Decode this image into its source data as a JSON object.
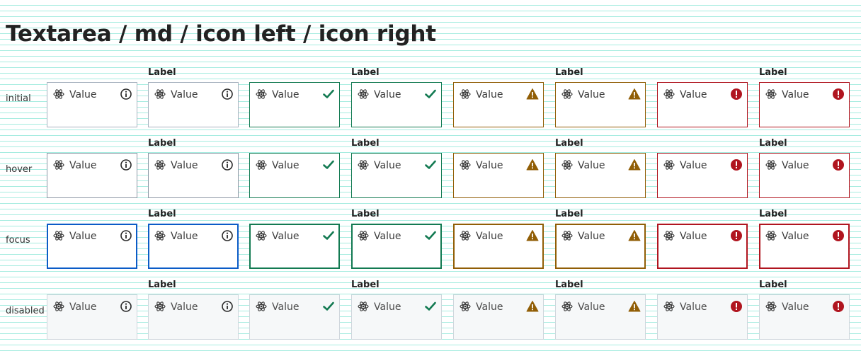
{
  "title": "Textarea / md / icon left / icon right",
  "rows": [
    {
      "state": "initial",
      "name": "initial"
    },
    {
      "state": "hover",
      "name": "hover"
    },
    {
      "state": "focus",
      "name": "focus"
    },
    {
      "state": "disabled",
      "name": "disabled"
    }
  ],
  "field_label": "Label",
  "value_text": "Value",
  "columns": [
    {
      "status": "default",
      "icon": "info-icon",
      "has_label": false
    },
    {
      "status": "default",
      "icon": "info-icon",
      "has_label": true
    },
    {
      "status": "success",
      "icon": "check-icon",
      "has_label": false
    },
    {
      "status": "success",
      "icon": "check-icon",
      "has_label": true
    },
    {
      "status": "warning",
      "icon": "warning-icon",
      "has_label": false
    },
    {
      "status": "warning",
      "icon": "warning-icon",
      "has_label": true
    },
    {
      "status": "error",
      "icon": "error-icon",
      "has_label": false
    },
    {
      "status": "error",
      "icon": "error-icon",
      "has_label": true
    }
  ],
  "left_icon": "atom-icon",
  "colors": {
    "default_border": "#a8b3c0",
    "hover_border": "#8d98a5",
    "focus_border": "#0b5cc7",
    "success": "#137a52",
    "warning": "#915e06",
    "error": "#b0151f",
    "disabled_border": "#cfd6dc",
    "disabled_bg": "#f6f8f9",
    "info_icon": "#2a2a2a"
  }
}
